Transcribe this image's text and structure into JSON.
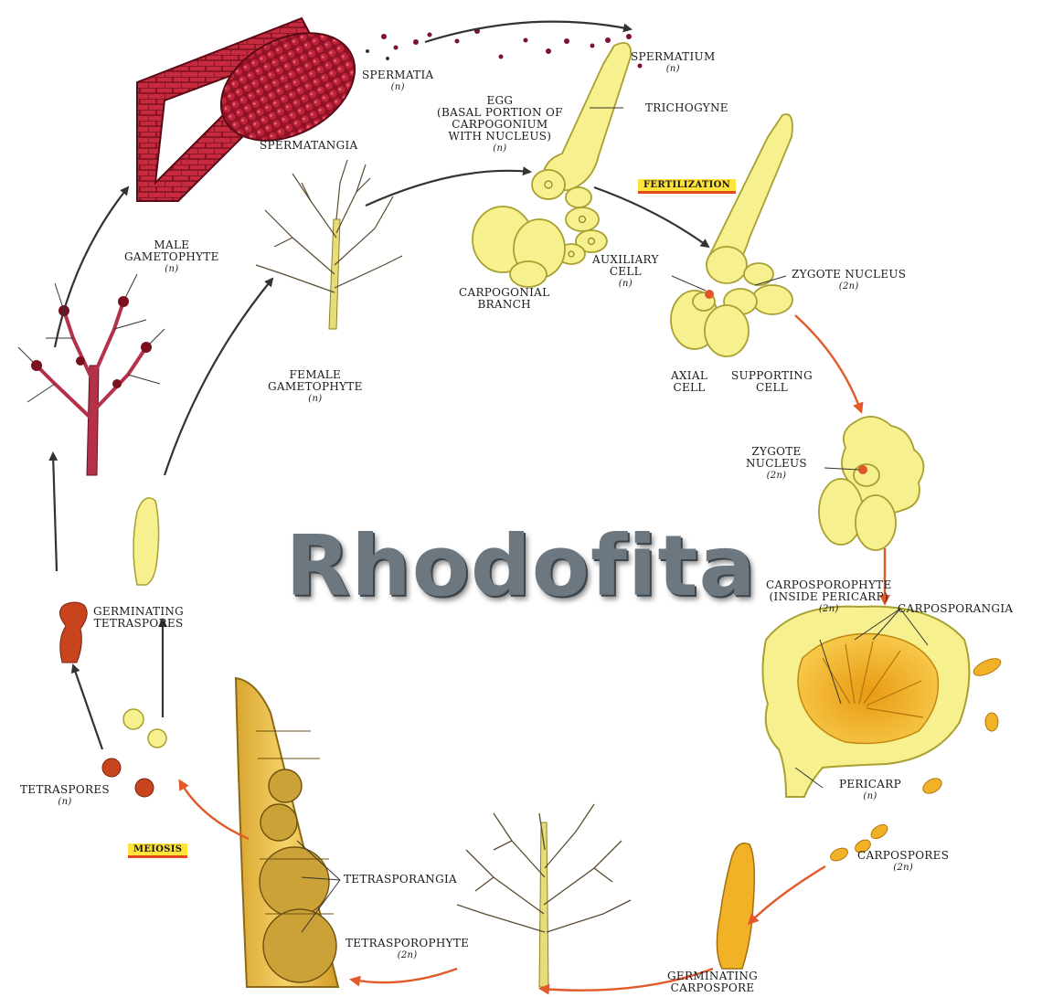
{
  "title": "Rhodofita",
  "labels": {
    "spermatia": "SPERMATIA",
    "spermatia_ploidy": "(n)",
    "spermatium": "SPERMATIUM",
    "spermatium_ploidy": "(n)",
    "egg_1": "EGG",
    "egg_2": "(BASAL PORTION OF",
    "egg_3": "CARPOGONIUM",
    "egg_4": "WITH NUCLEUS)",
    "egg_ploidy": "(n)",
    "trichogyne": "TRICHOGYNE",
    "spermatangia": "SPERMATANGIA",
    "male_1": "MALE",
    "male_2": "GAMETOPHYTE",
    "male_ploidy": "(n)",
    "auxiliary_1": "AUXILIARY",
    "auxiliary_2": "CELL",
    "auxiliary_ploidy": "(n)",
    "carpogonial_1": "CARPOGONIAL",
    "carpogonial_2": "BRANCH",
    "zygote_nucleus_top": "ZYGOTE NUCLEUS",
    "zygote_nucleus_top_ploidy": "(2n)",
    "female_1": "FEMALE",
    "female_2": "GAMETOPHYTE",
    "female_ploidy": "(n)",
    "axial_1": "AXIAL",
    "axial_2": "CELL",
    "supporting_1": "SUPPORTING",
    "supporting_2": "CELL",
    "zygote_mid_1": "ZYGOTE",
    "zygote_mid_2": "NUCLEUS",
    "zygote_mid_ploidy": "(2n)",
    "carposporophyte_1": "CARPOSPOROPHYTE",
    "carposporophyte_2": "(INSIDE PERICARP)",
    "carposporophyte_ploidy": "(2n)",
    "carposporangia": "CARPOSPORANGIA",
    "germ_tetra_1": "GERMINATING",
    "germ_tetra_2": "TETRASPORES",
    "pericarp": "PERICARP",
    "pericarp_ploidy": "(n)",
    "tetraspores": "TETRASPORES",
    "tetraspores_ploidy": "(n)",
    "carpospores": "CARPOSPORES",
    "carpospores_ploidy": "(2n)",
    "tetrasporangia": "TETRASPORANGIA",
    "tetrasporophyte": "TETRASPOROPHYTE",
    "tetrasporophyte_ploidy": "(2n)",
    "germ_carpo_1": "GERMINATING",
    "germ_carpo_2": "CARPOSPORE"
  },
  "tags": {
    "fertilization": "FERTILIZATION",
    "meiosis": "MEIOSIS"
  },
  "colors": {
    "cell_fill": "#f7f08e",
    "cell_stroke": "#a8a030",
    "male_red": "#a4182e",
    "spore_red": "#c8441c",
    "orange_fill": "#f2b227",
    "arrow_dark": "#333333",
    "arrow_red": "#e25a2a",
    "title_gray": "#6d7780"
  }
}
